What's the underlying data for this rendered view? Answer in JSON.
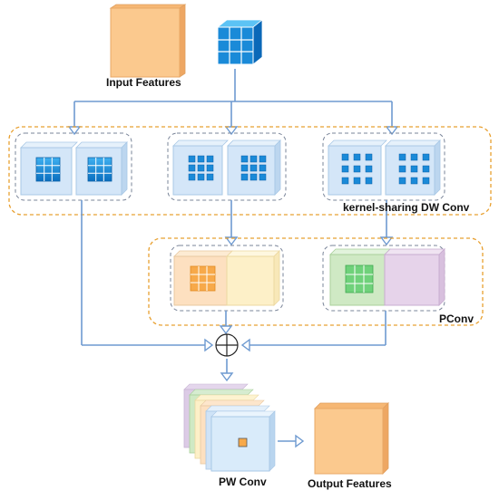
{
  "labels": {
    "input_features": "Input Features",
    "kernel_sharing_dw_conv": "kernel-sharing DW Conv",
    "pconv": "PConv",
    "pw_conv": "PW Conv",
    "output_features": "Output Features"
  },
  "colors": {
    "arrow": "#6e9ad0",
    "dashed_orange": "#e8a030",
    "dashed_gray": "#7a8599",
    "input_feature": "#fbc98e",
    "dw_face": "#d4e6f8",
    "kernel_blue": "#1a8ad8",
    "pconv_orange": "#fde0c0",
    "pconv_yellow": "#fdf0c8",
    "pconv_green": "#cfe9c4",
    "pconv_purple": "#e6d3ea",
    "pw_face": "#d9ebfa"
  }
}
